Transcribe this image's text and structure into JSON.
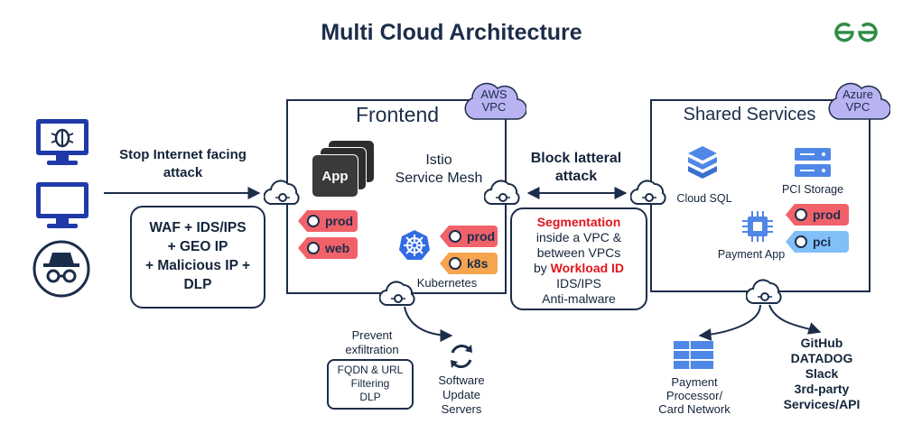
{
  "title": "Multi Cloud Architecture",
  "logo": "GG",
  "colors": {
    "navy": "#1c2d4a",
    "red_tag": "#f0616a",
    "orange_tag": "#f6a54e",
    "blue_tag": "#80bff7",
    "vpc_cloud": "#b9b3f2",
    "highlight_red": "#e0161c"
  },
  "attackers": {
    "icons": [
      "bug-monitor-icon",
      "monitor-icon",
      "incognito-icon"
    ],
    "stop_label_1": "Stop Internet facing",
    "stop_label_2": "attack",
    "waf_lines": [
      "WAF + IDS/IPS",
      "+ GEO IP",
      "+ Malicious IP +",
      "DLP"
    ]
  },
  "frontend": {
    "title": "Frontend",
    "vpc_label_1": "AWS",
    "vpc_label_2": "VPC",
    "app_label": "App",
    "istio_1": "Istio",
    "istio_2": "Service Mesh",
    "tags_app": [
      "prod",
      "web"
    ],
    "tags_k8s": [
      "prod",
      "k8s"
    ],
    "kubernetes_label": "Kubernetes"
  },
  "lateral": {
    "block_1": "Block latteral",
    "block_2": "attack",
    "seg_title": "Segmentation",
    "seg_line_1": "inside a VPC &",
    "seg_line_2": "between VPCs",
    "seg_by": "by",
    "seg_workload": "Workload ID",
    "seg_line_4": "IDS/IPS",
    "seg_line_5": "Anti-malware"
  },
  "shared": {
    "title": "Shared Services",
    "vpc_label_1": "Azure",
    "vpc_label_2": "VPC",
    "cloud_sql": "Cloud SQL",
    "pci_storage": "PCI Storage",
    "payment_app": "Payment App",
    "tags": [
      "prod",
      "pci"
    ]
  },
  "egress": {
    "prevent_1": "Prevent",
    "prevent_2": "exfiltration",
    "filter_lines": [
      "FQDN & URL",
      "Filtering",
      "DLP"
    ],
    "software_lines": [
      "Software",
      "Update",
      "Servers"
    ]
  },
  "payments": {
    "processor_lines": [
      "Payment",
      "Processor/",
      "Card Network"
    ],
    "thirdparty_lines": [
      "GitHub",
      "DATADOG",
      "Slack",
      "3rd-party",
      "Services/API"
    ]
  }
}
